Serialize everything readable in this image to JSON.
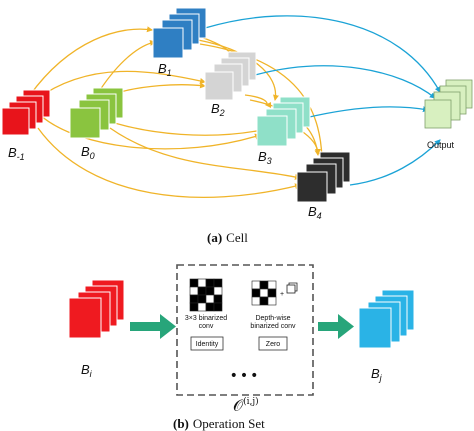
{
  "colors": {
    "arrow_yellow": "#f0b429",
    "arrow_blue": "#1ba3d6",
    "b_minus1": "#e8141b",
    "b0": "#8ac43f",
    "b1": "#2f7fc3",
    "b2": "#d4d4d4",
    "b3": "#8fe0c8",
    "b4": "#2d2d2d",
    "output": "#d8f0c0",
    "bi": "#ef1a20",
    "bj": "#2ab3e6",
    "green_arrow": "#27a57a"
  },
  "cell": {
    "nodes": [
      {
        "id": "bm1",
        "label": "B",
        "sub": "-1"
      },
      {
        "id": "b0",
        "label": "B",
        "sub": "0"
      },
      {
        "id": "b1",
        "label": "B",
        "sub": "1"
      },
      {
        "id": "b2",
        "label": "B",
        "sub": "2"
      },
      {
        "id": "b3",
        "label": "B",
        "sub": "3"
      },
      {
        "id": "b4",
        "label": "B",
        "sub": "4"
      },
      {
        "id": "out",
        "label": "Output"
      }
    ],
    "caption_tag": "(a)",
    "caption_text": "Cell"
  },
  "operation_set": {
    "input_label": "B",
    "input_sub": "i",
    "output_label": "B",
    "output_sub": "j",
    "op1_text_line1": "3×3 binarized",
    "op1_text_line2": "conv",
    "op2_text_line1": "Depth-wise",
    "op2_text_line2": "binarized conv",
    "identity_label": "Identity",
    "zero_label": "Zero",
    "ellipsis": "•••",
    "op_symbol": "𝒪",
    "op_superscript": "(i,j)",
    "caption_tag": "(b)",
    "caption_text": "Operation Set"
  }
}
